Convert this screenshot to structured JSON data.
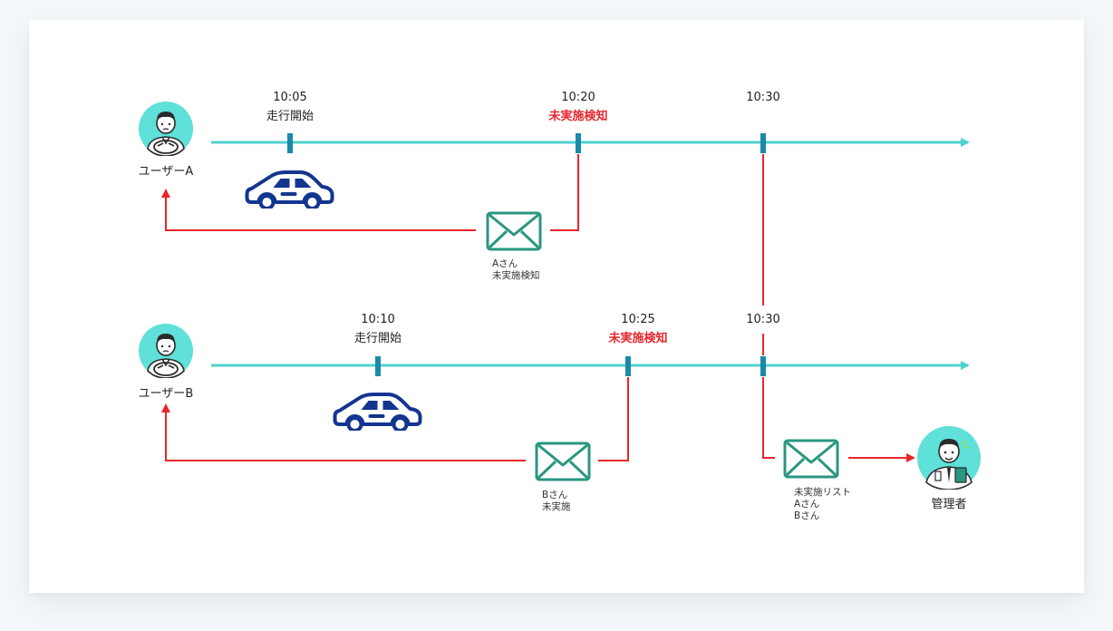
{
  "users": [
    {
      "name": "ユーザーA"
    },
    {
      "name": "ユーザーB"
    }
  ],
  "admin": {
    "name": "管理者"
  },
  "timelines": [
    {
      "events": [
        {
          "time": "10:05",
          "label": "走行開始"
        },
        {
          "time": "10:20",
          "label": "未実施検知"
        },
        {
          "time": "10:30",
          "label": ""
        }
      ],
      "mail": {
        "lines": [
          "Aさん",
          "未実施検知"
        ]
      }
    },
    {
      "events": [
        {
          "time": "10:10",
          "label": "走行開始"
        },
        {
          "time": "10:25",
          "label": "未実施検知"
        },
        {
          "time": "10:30",
          "label": ""
        }
      ],
      "mail": {
        "lines": [
          "Bさん",
          "未実施"
        ]
      }
    }
  ],
  "admin_mail": {
    "lines": [
      "未実施リスト",
      "Aさん",
      "Bさん"
    ]
  },
  "colors": {
    "timeline": "#4fd1cf",
    "tick": "#1a8aa8",
    "notify": "#e8262c",
    "car": "#13358f",
    "envelope": "#2a9680",
    "avatar_bg": "#5fe0d8"
  }
}
